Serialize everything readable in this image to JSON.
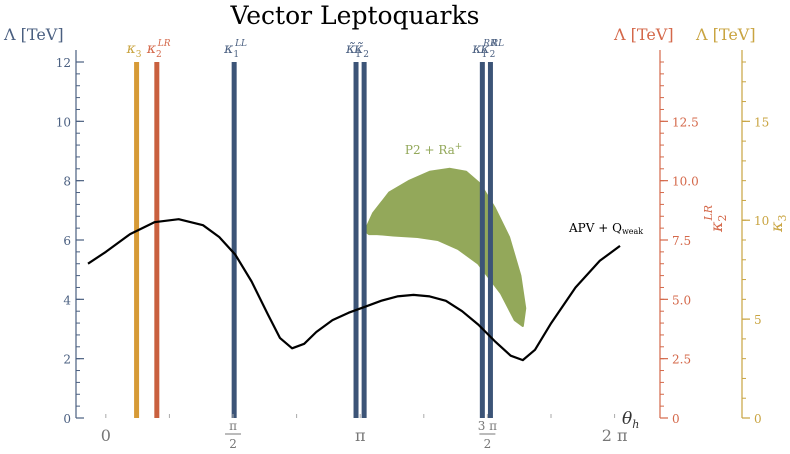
{
  "chart_data": {
    "type": "line",
    "title": "Vector Leptoquarks",
    "xlabel": "θh",
    "x_ticks": [
      {
        "value": 0,
        "label": "0"
      },
      {
        "value": 1.5708,
        "num": "π",
        "den": "2"
      },
      {
        "value": 3.1416,
        "label": "π"
      },
      {
        "value": 4.7124,
        "num": "3 π",
        "den": "2"
      },
      {
        "value": 6.2832,
        "label": "2 π"
      }
    ],
    "xlim": [
      -0.22,
      6.35
    ],
    "axes": [
      {
        "id": "left",
        "label": "Λ [TeV]",
        "color": "#4a5f80",
        "ylim": [
          0,
          12
        ],
        "ticks": [
          0,
          2,
          4,
          6,
          8,
          10,
          12
        ],
        "minor_step": 0.4
      },
      {
        "id": "kappa2",
        "label": "Λ [TeV]",
        "color": "#d4684a",
        "ylim": [
          0,
          15
        ],
        "ticks": [
          0,
          2.5,
          5.0,
          7.5,
          10.0,
          12.5
        ],
        "tick_labels": [
          "0",
          "2.5",
          "5.0",
          "7.5",
          "10.0",
          "12.5"
        ],
        "minor_step": 0.5,
        "side_label_main": "κ",
        "side_label_sub": "2",
        "side_label_sup": "LR"
      },
      {
        "id": "kappa3",
        "label": "Λ [TeV]",
        "color": "#c9a441",
        "ylim": [
          0,
          18
        ],
        "ticks": [
          0,
          5,
          10,
          15
        ],
        "minor_step": 1,
        "side_label_main": "κ",
        "side_label_sub": "3"
      }
    ],
    "series": [
      {
        "name": "APV + Q",
        "name_sub": "weak",
        "color": "#000000",
        "x": [
          -0.22,
          0.0,
          0.3,
          0.6,
          0.9,
          1.2,
          1.4,
          1.6,
          1.8,
          2.0,
          2.15,
          2.3,
          2.45,
          2.6,
          2.8,
          3.0,
          3.2,
          3.4,
          3.6,
          3.8,
          4.0,
          4.2,
          4.4,
          4.6,
          4.8,
          5.0,
          5.15,
          5.3,
          5.5,
          5.8,
          6.1,
          6.35
        ],
        "y": [
          5.2,
          5.6,
          6.2,
          6.6,
          6.7,
          6.5,
          6.1,
          5.5,
          4.6,
          3.5,
          2.7,
          2.35,
          2.5,
          2.9,
          3.3,
          3.55,
          3.75,
          3.95,
          4.1,
          4.15,
          4.1,
          3.95,
          3.6,
          3.15,
          2.6,
          2.1,
          1.95,
          2.3,
          3.2,
          4.4,
          5.3,
          5.8
        ]
      }
    ],
    "vertical_lines": [
      {
        "name": "κ3",
        "main": "κ",
        "sub": "3",
        "sup": "",
        "x": 0.38,
        "color": "#d69a36",
        "label_color": "#c9a441",
        "double": false
      },
      {
        "name": "κ2LR",
        "main": "κ",
        "sub": "2",
        "sup": "LR",
        "x": 0.63,
        "color": "#c9603e",
        "label_color": "#d4684a",
        "double": false
      },
      {
        "name": "κ1LL",
        "main": "κ",
        "sub": "1",
        "sup": "LL",
        "x": 1.585,
        "color": "#3c5477",
        "label_color": "#4a5f80",
        "double": false
      },
      {
        "name": "κ̃1",
        "main": "κ̃",
        "sub": "1",
        "sup": "",
        "x": 3.09,
        "color": "#3c5477",
        "label_color": "#4a5f80",
        "double": false
      },
      {
        "name": "κ̃2",
        "main": "κ̃",
        "sub": "2",
        "sup": "",
        "x": 3.19,
        "color": "#3c5477",
        "label_color": "#4a5f80",
        "double": false
      },
      {
        "name": "κ1RR",
        "main": "κ",
        "sub": "1",
        "sup": "RR",
        "x": 4.65,
        "color": "#3c5477",
        "label_color": "#4a5f80",
        "double": false
      },
      {
        "name": "κ2RL",
        "main": "κ",
        "sub": "2",
        "sup": "RL",
        "x": 4.75,
        "color": "#3c5477",
        "label_color": "#4a5f80",
        "double": false
      }
    ],
    "regions": [
      {
        "name": "P2 + Ra+",
        "label_main": "P2 + Ra",
        "label_sup": "+",
        "color": "#93a85a",
        "label_color": "#93a85a",
        "boundary_x": [
          3.2,
          3.3,
          3.5,
          3.75,
          4.0,
          4.25,
          4.45,
          4.62,
          4.8,
          4.98,
          5.12,
          5.18,
          5.15,
          5.05,
          4.88,
          4.6,
          4.35,
          4.1,
          3.85,
          3.55,
          3.35,
          3.25,
          3.2
        ],
        "boundary_y": [
          6.3,
          6.9,
          7.6,
          8.0,
          8.3,
          8.4,
          8.3,
          7.9,
          7.1,
          6.1,
          4.8,
          3.7,
          3.1,
          3.3,
          4.2,
          5.2,
          5.7,
          6.0,
          6.1,
          6.15,
          6.2,
          6.2,
          6.3
        ]
      }
    ],
    "grid": false,
    "legend": "none"
  }
}
